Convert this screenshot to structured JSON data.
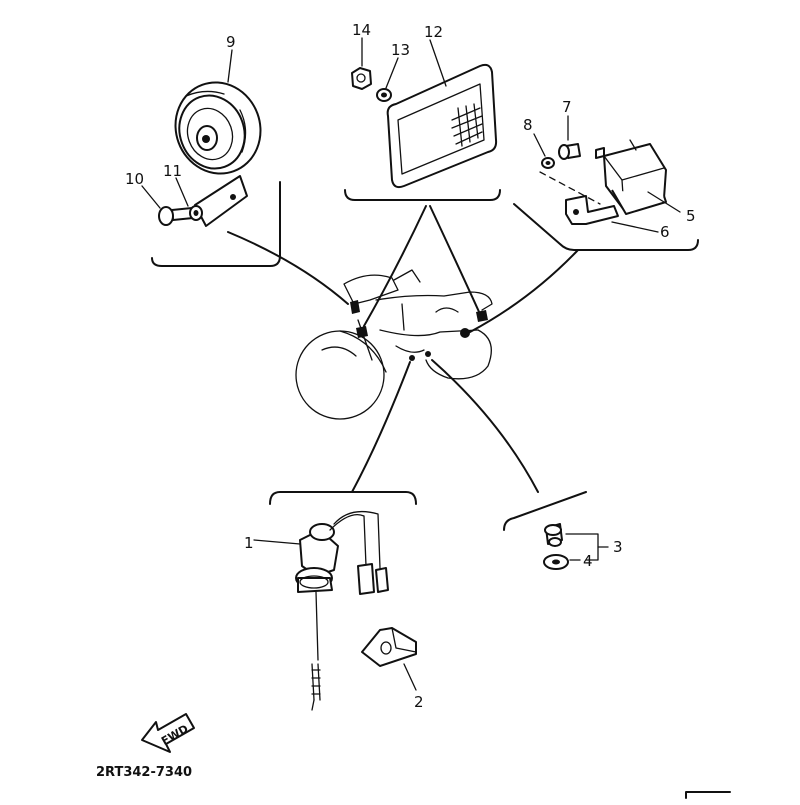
{
  "parts": [
    {
      "id": "horn",
      "number": "9"
    },
    {
      "id": "horn-bolt",
      "number": "10"
    },
    {
      "id": "horn-washer",
      "number": "11"
    },
    {
      "id": "reflector",
      "number": "12"
    },
    {
      "id": "reflector-washer",
      "number": "13"
    },
    {
      "id": "reflector-nut",
      "number": "14"
    },
    {
      "id": "relay-bolt",
      "number": "7"
    },
    {
      "id": "relay-washer",
      "number": "8"
    },
    {
      "id": "relay",
      "number": "5"
    },
    {
      "id": "relay-bracket",
      "number": "6"
    },
    {
      "id": "brake-switch",
      "number": "1"
    },
    {
      "id": "switch-cover",
      "number": "2"
    },
    {
      "id": "neutral-switch",
      "number": "3"
    },
    {
      "id": "neutral-gasket",
      "number": "4"
    }
  ],
  "fwd_label": "FWD",
  "diagram_code": "2RT342-7340"
}
